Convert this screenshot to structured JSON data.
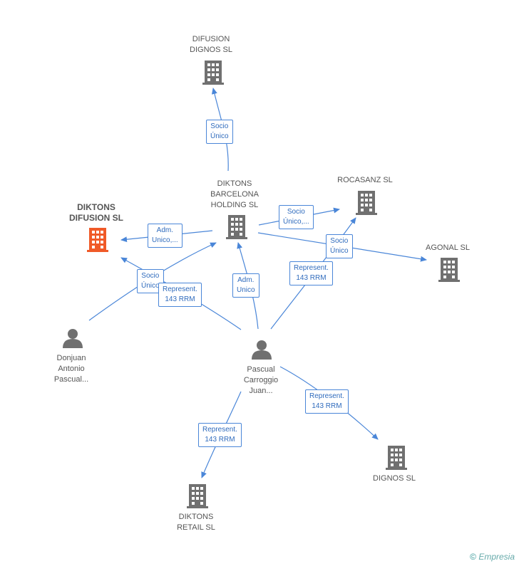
{
  "colors": {
    "edge": "#4a86d8",
    "company": "#707070",
    "focus": "#f05a28",
    "person": "#707070"
  },
  "nodes": [
    {
      "id": "difusion_dignos",
      "label": "DIFUSION\nDIGNOS SL",
      "type": "company"
    },
    {
      "id": "diktons_barcelona",
      "label": "DIKTONS\nBARCELONA\nHOLDING SL",
      "type": "company"
    },
    {
      "id": "rocasanz",
      "label": "ROCASANZ SL",
      "type": "company"
    },
    {
      "id": "diktons_difusion",
      "label": "DIKTONS\nDIFUSION SL",
      "type": "focus"
    },
    {
      "id": "agonal",
      "label": "AGONAL SL",
      "type": "company"
    },
    {
      "id": "donjuan",
      "label": "Donjuan\nAntonio\nPascual...",
      "type": "person"
    },
    {
      "id": "pascual",
      "label": "Pascual\nCarroggio\nJuan...",
      "type": "person"
    },
    {
      "id": "dignos",
      "label": "DIGNOS SL",
      "type": "company"
    },
    {
      "id": "diktons_retail",
      "label": "DIKTONS\nRETAIL SL",
      "type": "company"
    }
  ],
  "edge_labels": [
    {
      "id": "e1",
      "text": "Socio\nÚnico"
    },
    {
      "id": "e2",
      "text": "Adm.\nUnico,..."
    },
    {
      "id": "e3",
      "text": "Socio\nÚnico,..."
    },
    {
      "id": "e4",
      "text": "Socio\nÚnico"
    },
    {
      "id": "e5",
      "text": "Socio\nÚnico"
    },
    {
      "id": "e6",
      "text": "Represent.\n143 RRM"
    },
    {
      "id": "e7",
      "text": "Adm.\nUnico"
    },
    {
      "id": "e8",
      "text": "Represent.\n143 RRM"
    },
    {
      "id": "e9",
      "text": "Represent.\n143 RRM"
    },
    {
      "id": "e10",
      "text": "Represent.\n143 RRM"
    }
  ],
  "footer": {
    "copyright": "©",
    "brand": "Empresia"
  }
}
